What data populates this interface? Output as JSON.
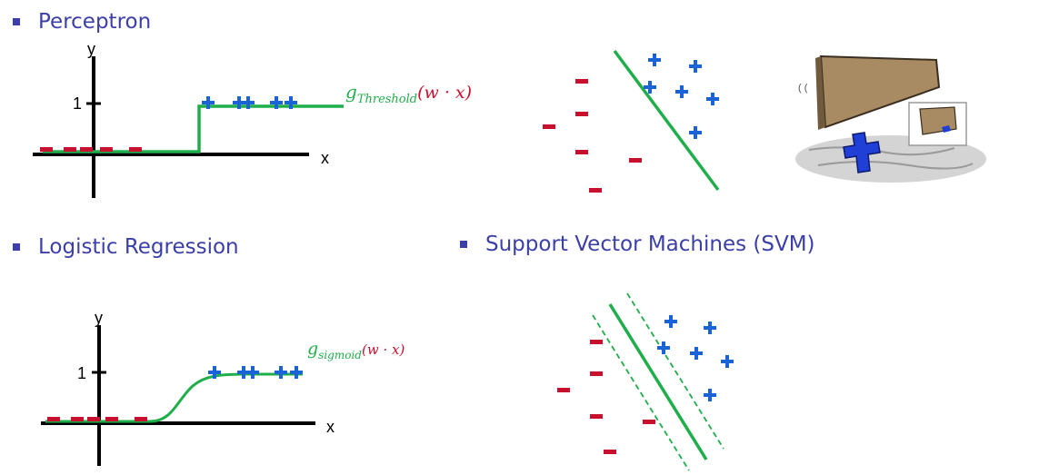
{
  "colors": {
    "heading": "#3b3fa8",
    "bullet": "#3b3fa8",
    "plus": "#1a63d6",
    "minus": "#c8102e",
    "curve": "#1fae4a",
    "axis": "#000000"
  },
  "headings": {
    "perceptron": "Perceptron",
    "logistic": "Logistic Regression",
    "svm": "Support Vector Machines (SVM)"
  },
  "plot_threshold": {
    "y_label": "y",
    "x_label": "x",
    "tick_one": "1",
    "func_name": "g",
    "func_sub": "Threshold",
    "func_args": "(w · x)"
  },
  "plot_sigmoid": {
    "y_label": "y",
    "x_label": "x",
    "tick_one": "1",
    "func_name": "g",
    "func_sub": "sigmoid",
    "func_args": "(w · x)"
  },
  "illustration": {
    "icon": "cartoon-plus-hit-by-slab"
  }
}
